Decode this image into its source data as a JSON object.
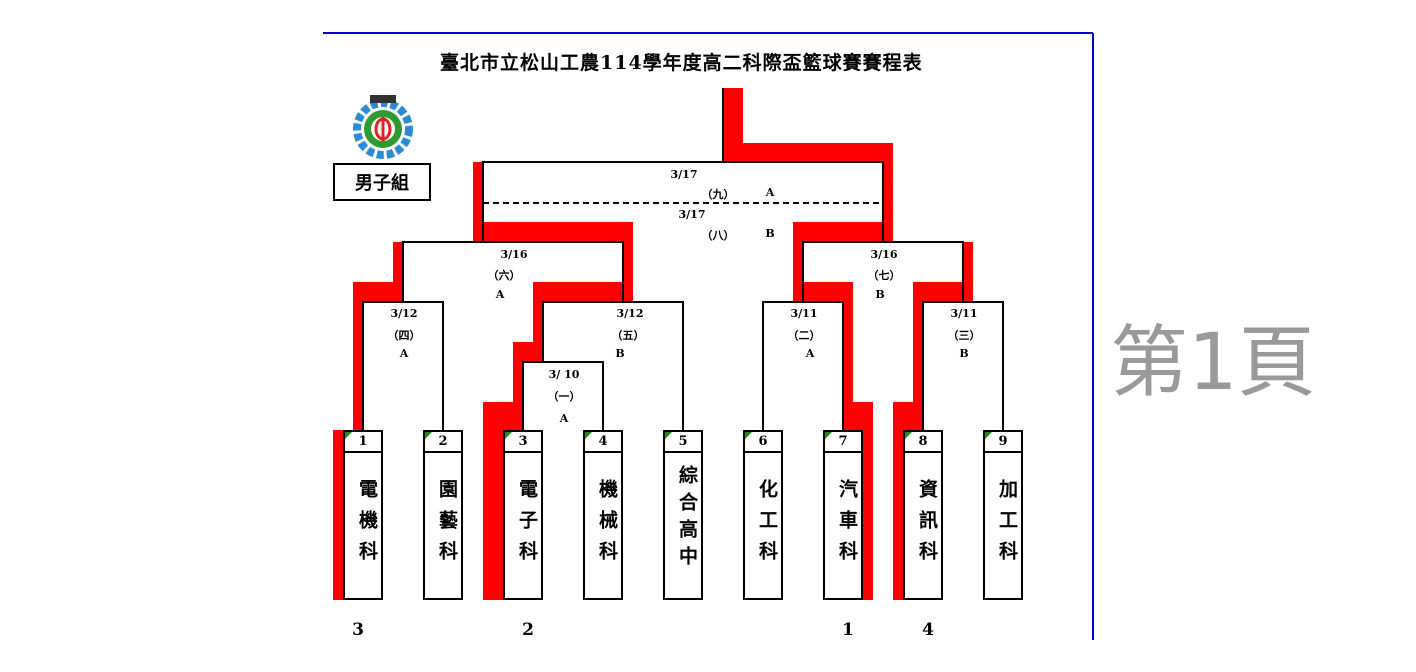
{
  "title": "臺北市立松山工農114學年度高二科際盃籃球賽賽程表",
  "group": "男子組",
  "watermark": "第1頁",
  "colors": {
    "winner_path": "#ff0000",
    "page_border": "#0000cc"
  },
  "matches": [
    {
      "date": "3/17",
      "num": "（九）",
      "court": "A"
    },
    {
      "date": "3/17",
      "num": "（八）",
      "court": "B"
    },
    {
      "date": "3/16",
      "num": "（六）",
      "court": "A"
    },
    {
      "date": "3/16",
      "num": "（七）",
      "court": "B"
    },
    {
      "date": "3/12",
      "num": "（四）",
      "court": "A"
    },
    {
      "date": "3/12",
      "num": "（五）",
      "court": "B"
    },
    {
      "date": "3/11",
      "num": "（二）",
      "court": "A"
    },
    {
      "date": "3/11",
      "num": "（三）",
      "court": "B"
    },
    {
      "date": "3/ 10",
      "num": "（一）",
      "court": "A"
    }
  ],
  "teams": [
    {
      "num": "1",
      "name": "電機科"
    },
    {
      "num": "2",
      "name": "園藝科"
    },
    {
      "num": "3",
      "name": "電子科"
    },
    {
      "num": "4",
      "name": "機械科"
    },
    {
      "num": "5",
      "name": "綜合高中"
    },
    {
      "num": "6",
      "name": "化工科"
    },
    {
      "num": "7",
      "name": "汽車科"
    },
    {
      "num": "8",
      "name": "資訊科"
    },
    {
      "num": "9",
      "name": "加工科"
    }
  ],
  "ranks": [
    {
      "team": "1",
      "rank": "3"
    },
    {
      "team": "3",
      "rank": "2"
    },
    {
      "team": "7",
      "rank": "1"
    },
    {
      "team": "8",
      "rank": "4"
    }
  ]
}
